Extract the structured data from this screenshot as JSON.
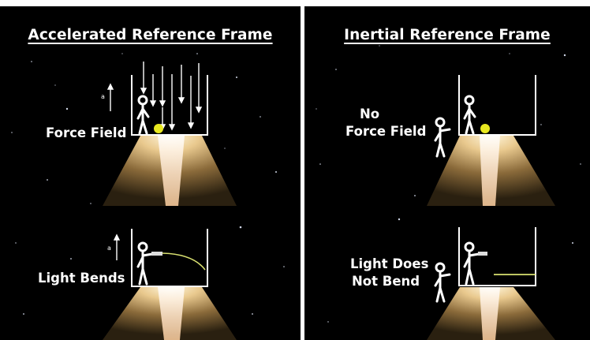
{
  "left": {
    "title": "Accelerated Reference Frame",
    "top_label": "Force Field",
    "bottom_label": "Light Bends",
    "acceleration_symbol_top": "a",
    "acceleration_symbol_bottom": "a"
  },
  "right": {
    "title": "Inertial Reference Frame",
    "top_label_line1": "No",
    "top_label_line2": "Force Field",
    "bottom_label_line1": "Light Does",
    "bottom_label_line2": "Not Bend"
  },
  "colors": {
    "background": "#000000",
    "divider": "#ffffff",
    "ball": "#e8e820",
    "light_beam": "#d8e070",
    "thrust_glow": "#f0d8a0"
  }
}
